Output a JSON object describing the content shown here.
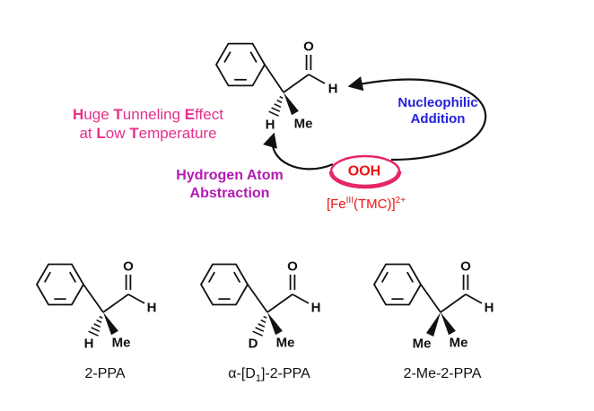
{
  "annotations": {
    "tunneling": {
      "line1": {
        "s1": "H",
        "s2": "uge ",
        "s3": "T",
        "s4": "unneling ",
        "s5": "E",
        "s6": "ffect"
      },
      "line2": {
        "s1": "at ",
        "s2": "L",
        "s3": "ow ",
        "s4": "T",
        "s5": "emperature"
      },
      "color": "#e5308c"
    },
    "hydrogen_atom_abstraction": {
      "line1": "Hydrogen Atom",
      "line2": "Abstraction",
      "color": "#b31bb3"
    },
    "nucleophilic_addition": {
      "line1": "Nucleophilic",
      "line2": "Addition",
      "color": "#2222dd"
    }
  },
  "oxidant": {
    "ooh_label": "OOH",
    "complex": {
      "s1": "[Fe",
      "sup1": "III",
      "s2": "(TMC)]",
      "sup2": "2+"
    },
    "text_color": "#ee1111",
    "oval_color": "#e62565"
  },
  "atoms": {
    "oxygen": "O",
    "hydrogen": "H",
    "methyl": "Me",
    "deuterium": "D"
  },
  "structures": {
    "ppa": {
      "label": "2-PPA"
    },
    "d1_ppa": {
      "label_parts": {
        "s1": "α-[D",
        "sub1": "1",
        "s2": "]-2-PPA"
      }
    },
    "me_ppa": {
      "label": "2-Me-2-PPA"
    }
  }
}
